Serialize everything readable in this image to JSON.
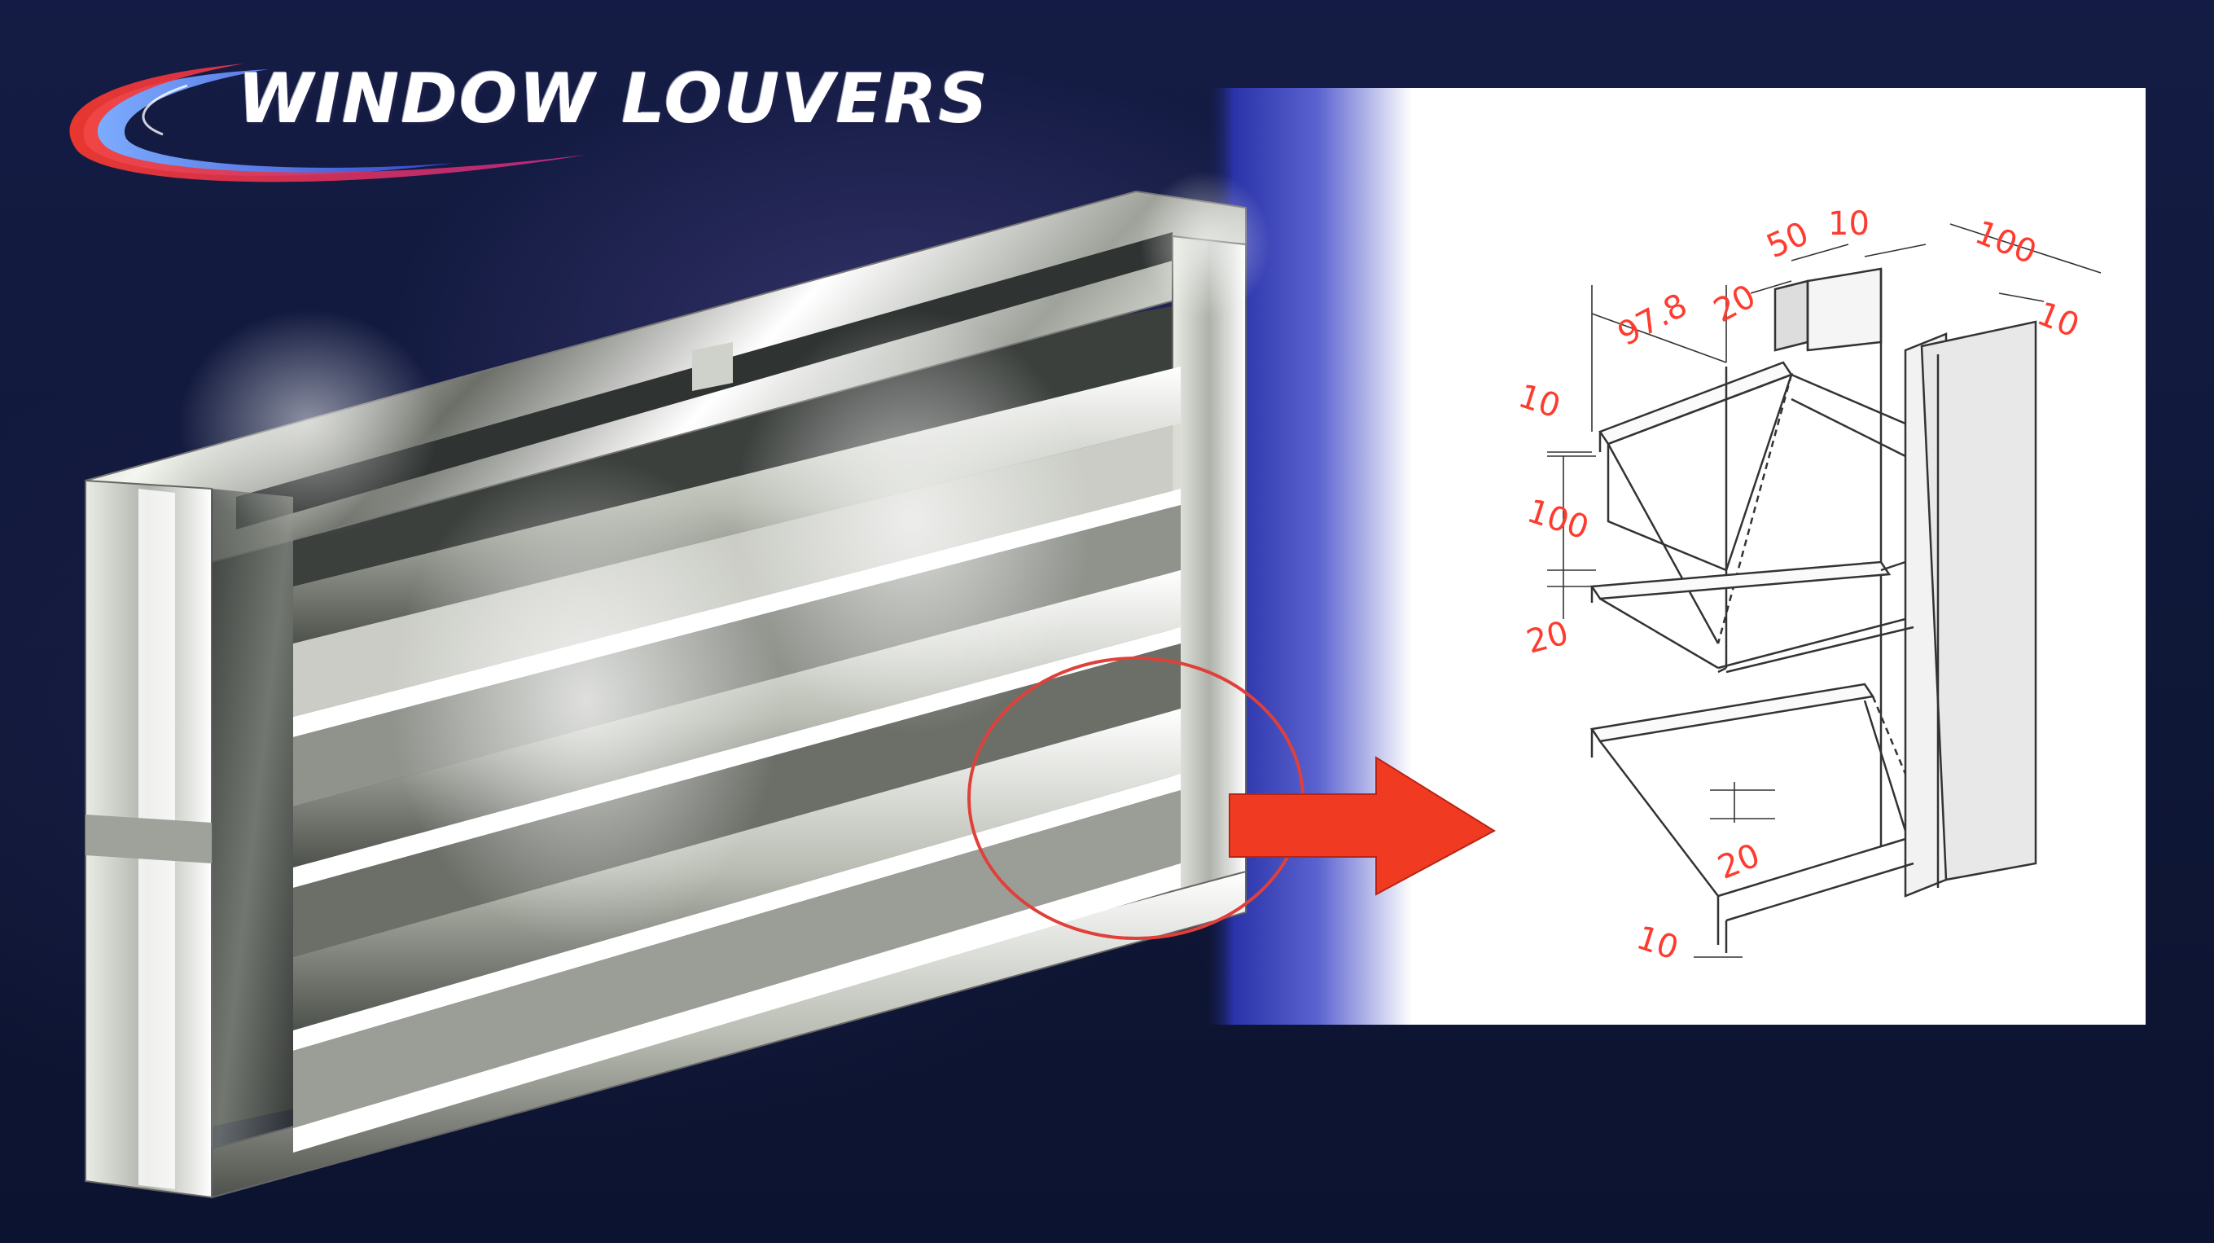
{
  "title": "WINDOW LOUVERS",
  "colors": {
    "background": "#121a3d",
    "panel_white": "#ffffff",
    "panel_blue": "#3a44c8",
    "dimension_text": "#ff3b2f",
    "arrow": "#f03a22",
    "highlight_circle": "#e0403a",
    "line": "#333333"
  },
  "icons": {
    "logo_swoosh": "swoosh-logo-icon",
    "arrow": "arrow-right-icon"
  },
  "dimensions": {
    "d_97_8": "97.8",
    "d_20_top": "20",
    "d_50": "50",
    "d_10_top": "10",
    "d_100_top": "100",
    "d_10_right": "10",
    "d_10_left": "10",
    "d_100_left": "100",
    "d_20_left": "20",
    "d_20_bottom": "20",
    "d_10_bottom": "10"
  }
}
